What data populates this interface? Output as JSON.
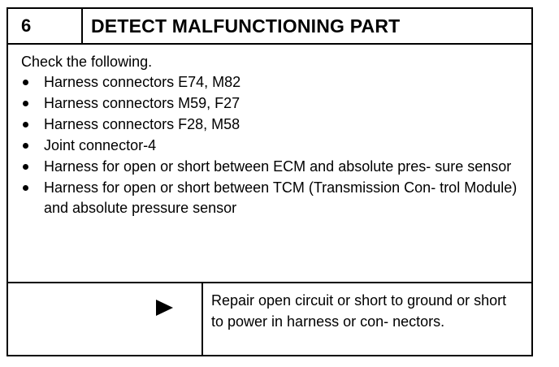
{
  "step": {
    "number": "6",
    "title": "DETECT MALFUNCTIONING PART"
  },
  "check": {
    "intro": "Check the following.",
    "items": [
      "Harness connectors E74, M82",
      "Harness connectors M59, F27",
      "Harness connectors F28, M58",
      "Joint connector-4",
      "Harness for open or short between ECM and absolute pres- sure sensor",
      "Harness for open or short between TCM (Transmission Con- trol Module) and absolute pressure sensor"
    ]
  },
  "result": {
    "action": "Repair open circuit or short to ground or short to power in harness or con- nectors."
  }
}
